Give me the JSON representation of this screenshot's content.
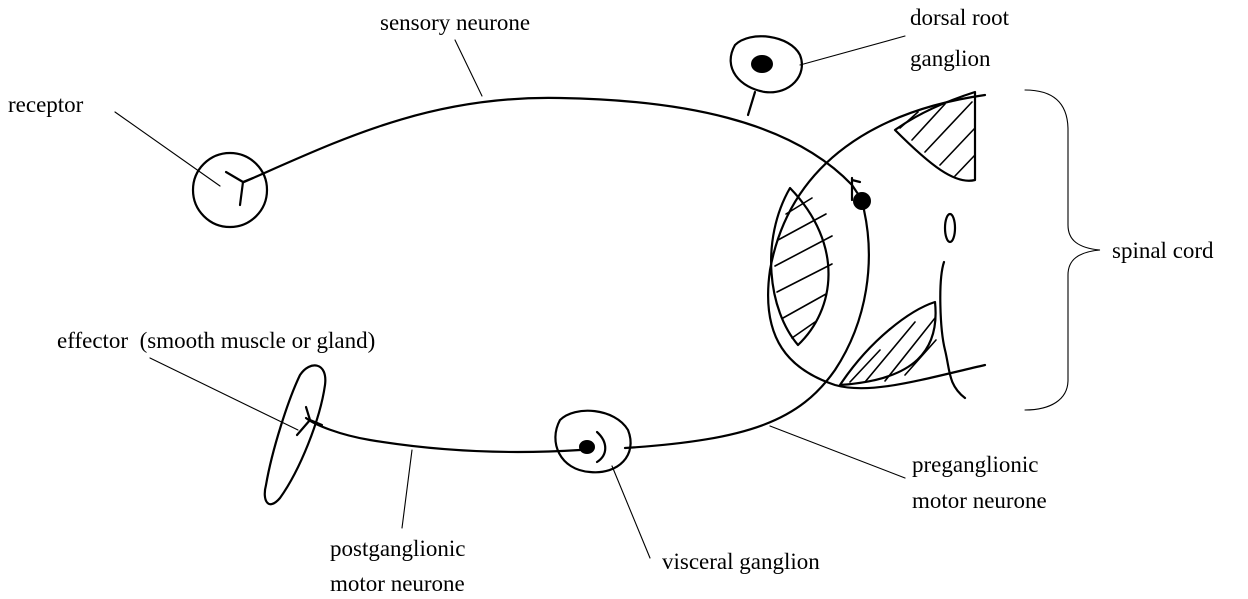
{
  "labels": {
    "sensory_neurone": "sensory neurone",
    "dorsal_root_ganglion_line1": "dorsal root",
    "dorsal_root_ganglion_line2": "ganglion",
    "receptor": "receptor",
    "spinal_cord": "spinal cord",
    "effector": "effector  (smooth muscle or gland)",
    "preganglionic_line1": "preganglionic",
    "preganglionic_line2": "motor neurone",
    "postganglionic_line1": "postganglionic",
    "postganglionic_line2": "motor neurone",
    "visceral_ganglion": "visceral ganglion"
  },
  "colors": {
    "line": "#000000",
    "background": "#ffffff"
  }
}
